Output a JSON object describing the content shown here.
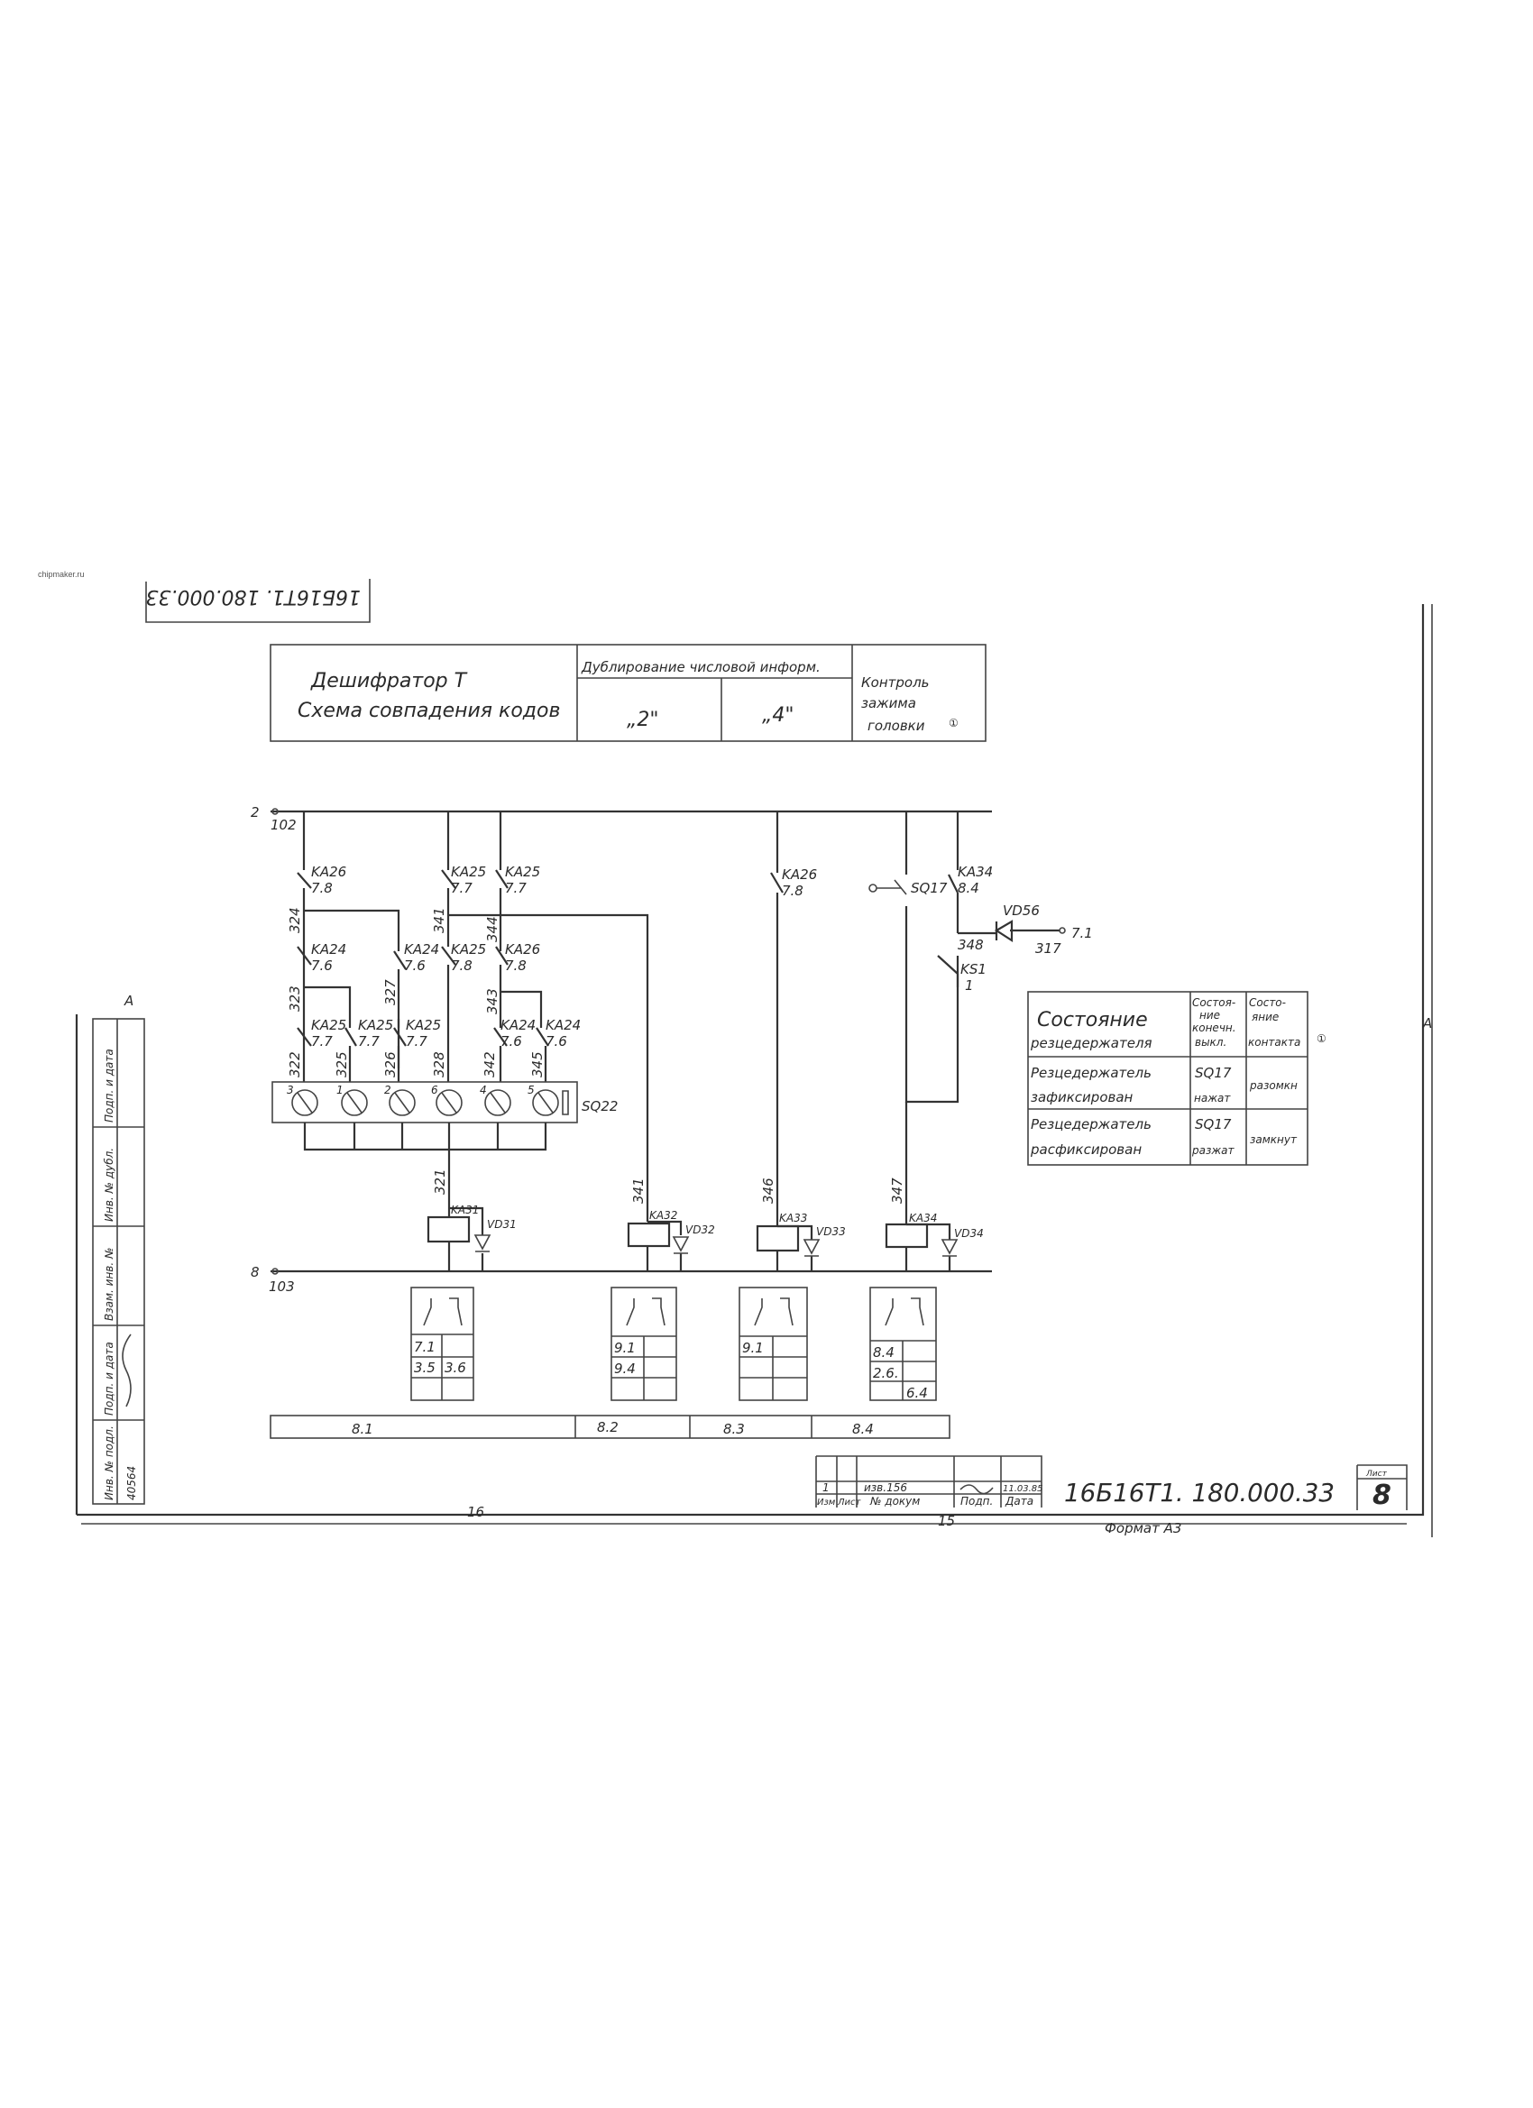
{
  "watermark": "chipmaker.ru",
  "top_stamp": "16Б16Т1. 180.000.33",
  "header": {
    "title_line1": "Дешифратор Т",
    "title_line2": "Схема совпадения кодов",
    "dup_header": "Дублирование числовой информ.",
    "col_2": "„2\"",
    "col_4": "„4\"",
    "control": [
      "Контроль",
      "зажима",
      "головки"
    ],
    "note_mark": "①"
  },
  "bus": {
    "top_num": "2",
    "top_wire": "102",
    "bottom_num": "8",
    "bottom_wire": "103"
  },
  "contacts": [
    {
      "name": "KA26",
      "ref": "7.8"
    },
    {
      "name": "KA24",
      "ref": "7.6"
    },
    {
      "name": "KA25",
      "ref": "7.7"
    },
    {
      "name": "KA25",
      "ref": "7.7"
    },
    {
      "name": "KA24",
      "ref": "7.6"
    },
    {
      "name": "KA25",
      "ref": "7.7"
    },
    {
      "name": "KA25",
      "ref": "7.7"
    },
    {
      "name": "KA25",
      "ref": "7.7"
    },
    {
      "name": "KA25",
      "ref": "7.8"
    },
    {
      "name": "KA26",
      "ref": "7.8"
    },
    {
      "name": "KA24",
      "ref": "7.6"
    },
    {
      "name": "KA24",
      "ref": "7.6"
    },
    {
      "name": "KA26",
      "ref": "7.8"
    },
    {
      "name": "KA34",
      "ref": "8.4"
    },
    {
      "name": "KS1",
      "ref": "1"
    }
  ],
  "wires": [
    "324",
    "323",
    "322",
    "325",
    "326",
    "327",
    "328",
    "341",
    "344",
    "343",
    "342",
    "345",
    "321",
    "341",
    "346",
    "347"
  ],
  "switch": {
    "name": "SQ22",
    "positions": [
      "3",
      "1",
      "2",
      "6",
      "4",
      "5"
    ]
  },
  "limit_switch": "SQ17",
  "diode_branch": {
    "diode": "VD56",
    "node": "348",
    "wire": "317",
    "ref": "7.1"
  },
  "relays": [
    {
      "coil": "KA31",
      "diode": "VD31"
    },
    {
      "coil": "KA32",
      "diode": "VD32"
    },
    {
      "coil": "KA33",
      "diode": "VD33"
    },
    {
      "coil": "KA34",
      "diode": "VD34"
    }
  ],
  "contact_boxes": [
    [
      [
        "7.1",
        ""
      ],
      [
        "3.5",
        "3.6"
      ],
      [
        "",
        ""
      ]
    ],
    [
      [
        "9.1",
        ""
      ],
      [
        "9.4",
        ""
      ],
      [
        "",
        ""
      ]
    ],
    [
      [
        "9.1",
        ""
      ],
      [
        "",
        ""
      ],
      [
        "",
        ""
      ]
    ],
    [
      [
        "8.4",
        ""
      ],
      [
        "2.6.",
        ""
      ],
      [
        "",
        "6.4"
      ]
    ]
  ],
  "zones": [
    "8.1",
    "8.2",
    "8.3",
    "8.4"
  ],
  "state_table": {
    "headers": [
      [
        "Состояние",
        "резцедержателя"
      ],
      [
        "Состоя-",
        "ние",
        "конечн.",
        "выкл."
      ],
      [
        "Состо-",
        "яние",
        "контакта"
      ]
    ],
    "rows": [
      {
        "state": [
          "Резцедержатель",
          "зафиксирован"
        ],
        "switch": [
          "SQ17",
          "нажат"
        ],
        "contact": "разомкн"
      },
      {
        "state": [
          "Резцедержатель",
          "расфиксирован"
        ],
        "switch": [
          "SQ17",
          "разжат"
        ],
        "contact": "замкнут"
      }
    ],
    "note_mark": "①"
  },
  "title_block": {
    "rev_row": [
      "1",
      "",
      "изв.156",
      "",
      "11.03.85"
    ],
    "col_headers": [
      "Изм",
      "Лист",
      "№ докум",
      "Подп.",
      "Дата"
    ],
    "doc_number": "16Б16Т1. 180.000.33",
    "sheet_label": "Лист",
    "sheet": "8",
    "format": "Формат А3",
    "num_left": "16",
    "num_right": "15"
  },
  "side_stamp": {
    "labels": [
      "Инв. № подл.",
      "Подп. и дата",
      "Взам. инв. №",
      "Инв. № дубл.",
      "Подп. и дата"
    ],
    "inv_value": "40564"
  },
  "zone_marks": [
    "A",
    "A"
  ]
}
